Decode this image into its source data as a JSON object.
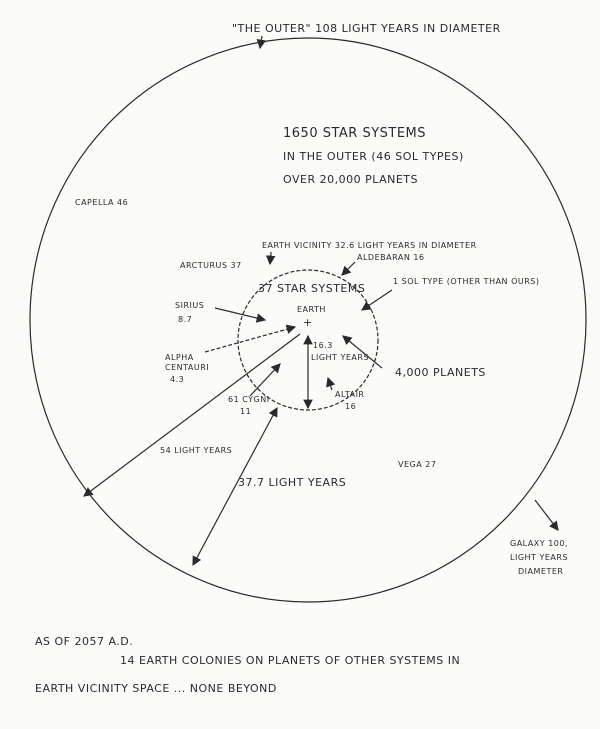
{
  "title": "\"THE OUTER\" 108 LIGHT YEARS IN DIAMETER",
  "outer": {
    "star_systems": "1650 STAR SYSTEMS",
    "sol_types": "IN THE OUTER (46 SOL TYPES)",
    "planets": "OVER 20,000 PLANETS"
  },
  "stars": {
    "capella": "CAPELLA 46",
    "arcturus": "ARCTURUS 37",
    "sirius_name": "SIRIUS",
    "sirius_dist": "8.7",
    "alpha_name_1": "ALPHA",
    "alpha_name_2": "CENTAURI",
    "alpha_dist": "4.3",
    "cygni_name": "61 CYGNI",
    "cygni_dist": "11",
    "altair_name": "ALTAIR",
    "altair_dist": "16",
    "aldebaran": "ALDEBARAN 16",
    "vega": "VEGA 27"
  },
  "vicinity": {
    "title": "EARTH VICINITY 32.6 LIGHT YEARS IN DIAMETER",
    "star_systems": "37 STAR SYSTEMS",
    "earth": "EARTH",
    "radius_1": "16.3",
    "radius_2": "LIGHT YEARS",
    "sol_type": "1 SOL TYPE (OTHER THAN OURS)",
    "planets": "4,000 PLANETS"
  },
  "distances": {
    "d54": "54 LIGHT YEARS",
    "d37": "37.7 LIGHT YEARS"
  },
  "galaxy": {
    "line1": "GALAXY 100,",
    "line2": "LIGHT YEARS",
    "line3": "DIAMETER"
  },
  "footer": {
    "line1": "AS OF 2057 A.D.",
    "line2": "14 EARTH COLONIES ON PLANETS OF OTHER SYSTEMS IN",
    "line3": "EARTH VICINITY SPACE ... NONE BEYOND"
  }
}
